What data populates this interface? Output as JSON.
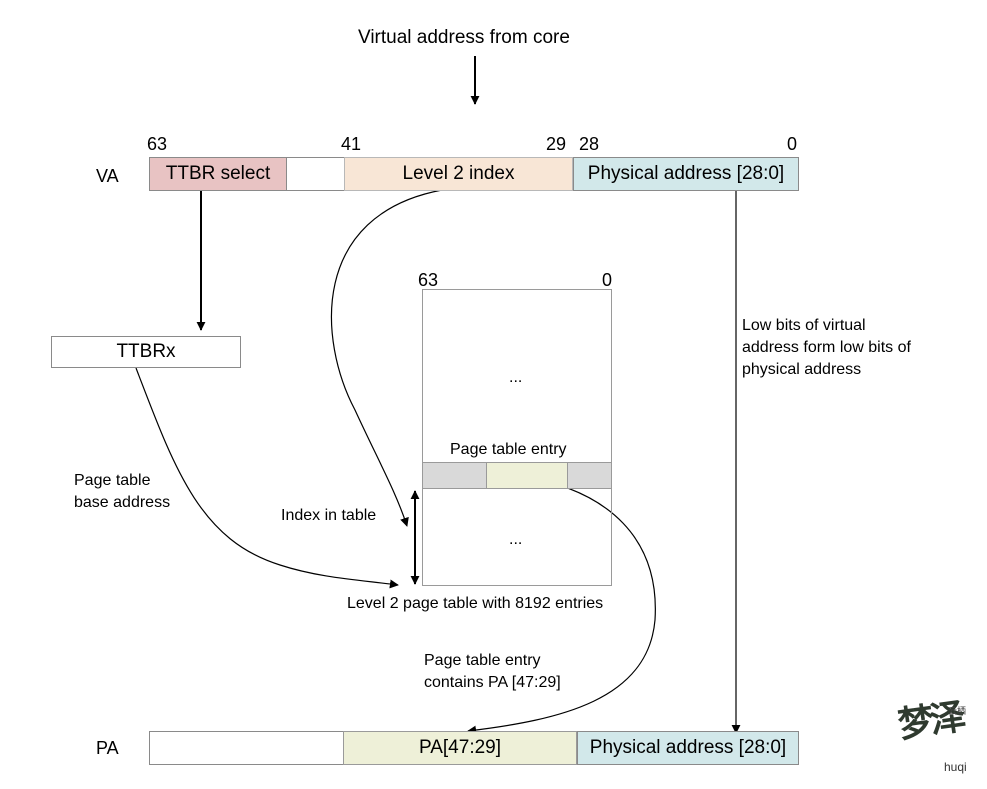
{
  "header": {
    "title": "Virtual address from core"
  },
  "va": {
    "row_label": "VA",
    "bits": {
      "b63": "63",
      "b41": "41",
      "b29": "29",
      "b28": "28",
      "b0": "0"
    },
    "fields": {
      "ttbr_select": "TTBR select",
      "level2_index": "Level 2 index",
      "phys_low": "Physical address [28:0]"
    }
  },
  "ttbrx": {
    "label": "TTBRx"
  },
  "table": {
    "bit_hi": "63",
    "bit_lo": "0",
    "ellipsis_top": "...",
    "entry_label": "Page table entry",
    "ellipsis_bottom": "...",
    "caption": "Level 2 page table with 8192 entries"
  },
  "annotations": {
    "page_table_base": [
      "Page table",
      "base address"
    ],
    "index_in_table": "Index in table",
    "low_bits": [
      "Low bits of virtual",
      "address form low bits of",
      "physical address"
    ],
    "entry_contains": [
      "Page table entry",
      "contains PA [47:29]"
    ]
  },
  "pa": {
    "row_label": "PA",
    "fields": {
      "pa_high": "PA[47:29]",
      "phys_low": "Physical address [28:0]"
    }
  },
  "watermark": {
    "text": "梦泽",
    "sub": "huqi",
    "small": "云栖"
  },
  "colors": {
    "ttbr_select": "#e8c3c3",
    "level2_index": "#f8e6d6",
    "phys_low": "#d2e8ea",
    "pa_high": "#eef0d8",
    "entry_band": "#d9d9d9",
    "entry_field": "#eef0d8"
  }
}
